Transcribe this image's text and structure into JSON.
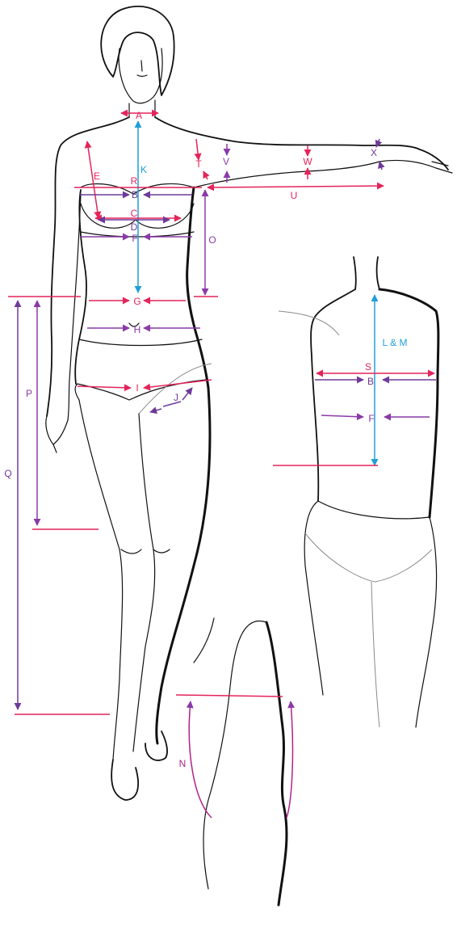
{
  "colors": {
    "red": "#e4245a",
    "purple": "#6e3a9a",
    "violet": "#8a3aa8",
    "cyan": "#1f9fd8",
    "outline": "#111111"
  },
  "labels": {
    "A": "A",
    "B": "B",
    "B_back": "B",
    "C": "C",
    "D": "D",
    "E": "E",
    "F": "F",
    "F_back": "F",
    "G": "G",
    "H": "H",
    "I": "I",
    "J": "J",
    "K": "K",
    "L_M": "L & M",
    "N": "N",
    "O": "O",
    "P": "P",
    "Q": "Q",
    "R": "R",
    "S": "S",
    "T": "T",
    "U": "U",
    "V": "V",
    "W": "W",
    "X": "X"
  }
}
